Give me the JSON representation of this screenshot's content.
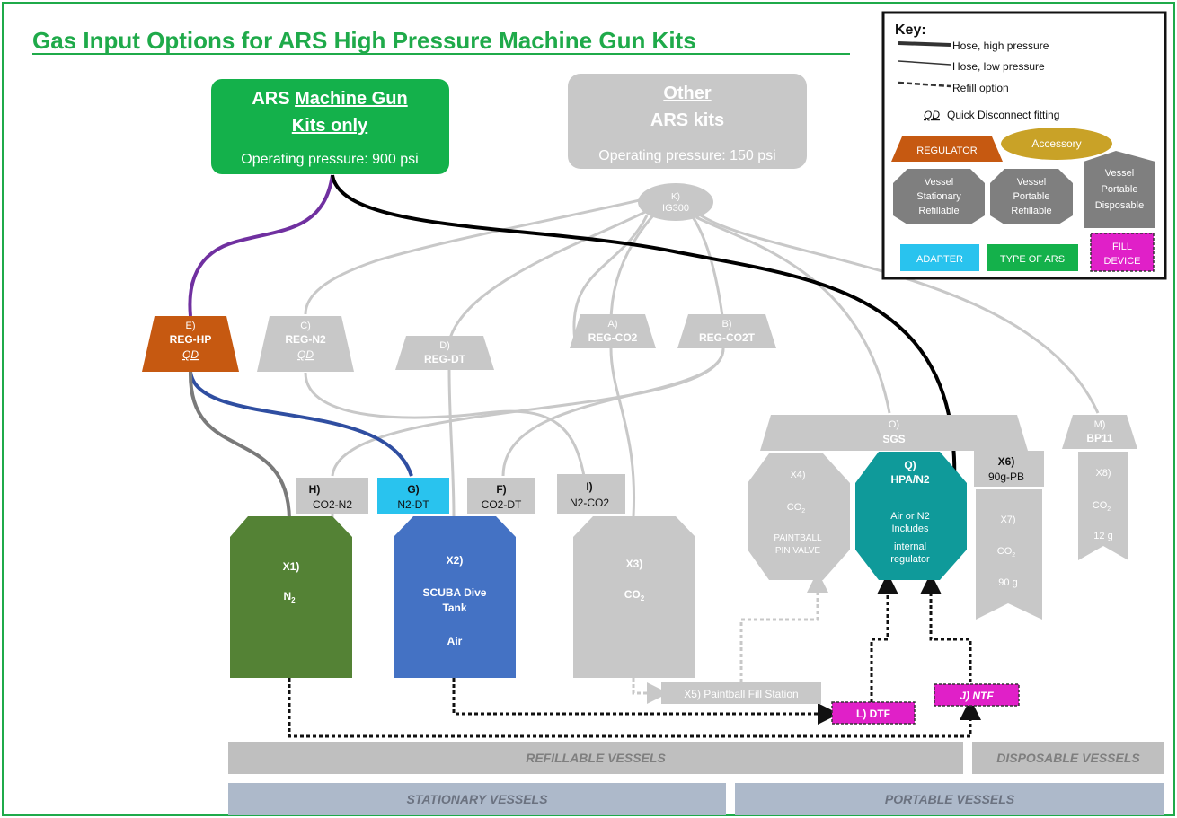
{
  "title": "Gas Input Options for ARS High Pressure Machine Gun Kits",
  "colors": {
    "green": "#14b14b",
    "gray": "#c8c8c8",
    "orange": "#c65911",
    "teal": "#0f9a9a",
    "blue": "#4472c4",
    "dark_green": "#548235",
    "cyan": "#29c3ee",
    "magenta": "#e020c8",
    "purple": "#7030a0",
    "hose_blue": "#2f4ea1"
  },
  "kits": {
    "mg": {
      "line1a": "ARS ",
      "line1b": "Machine Gun",
      "line2": "Kits only",
      "pressure": "Operating pressure: 900 psi"
    },
    "other": {
      "line1": "Other",
      "line2": "ARS kits",
      "pressure": "Operating pressure: 150 psi"
    }
  },
  "ig300": {
    "id": "K)",
    "name": "IG300"
  },
  "regulators": {
    "E": {
      "id": "E)",
      "name": "REG-HP",
      "qd": "QD"
    },
    "C": {
      "id": "C)",
      "name": "REG-N2",
      "qd": "QD"
    },
    "D": {
      "id": "D)",
      "name": "REG-DT"
    },
    "A": {
      "id": "A)",
      "name": "REG-CO2"
    },
    "B": {
      "id": "B)",
      "name": "REG-CO2T"
    },
    "O": {
      "id": "O)",
      "name": "SGS"
    },
    "M": {
      "id": "M)",
      "name": "BP11"
    }
  },
  "adapters": {
    "H": {
      "id": "H)",
      "name": "CO2-N2"
    },
    "G": {
      "id": "G)",
      "name": "N2-DT"
    },
    "F": {
      "id": "F)",
      "name": "CO2-DT"
    },
    "I": {
      "id": "I)",
      "name": "N2-CO2"
    },
    "X6": {
      "id": "X6)",
      "name": "90g-PB"
    }
  },
  "vessels": {
    "X1": {
      "id": "X1)",
      "l1": "N",
      "sub": "2"
    },
    "X2": {
      "id": "X2)",
      "l1": "SCUBA Dive",
      "l2": "Tank",
      "l3": "Air"
    },
    "X3": {
      "id": "X3)",
      "l1": "CO",
      "sub": "2"
    },
    "X4": {
      "id": "X4)",
      "l1": "CO",
      "sub": "2",
      "l2": "PAINTBALL",
      "l3": "PIN VALVE"
    },
    "Q": {
      "id": "Q)",
      "name": "HPA/N2",
      "l1": "Air or N2",
      "l2": "Includes",
      "l3": "internal",
      "l4": "regulator"
    },
    "X7": {
      "id": "X7)",
      "l1": "CO",
      "sub": "2",
      "l2": "90 g"
    },
    "X8": {
      "id": "X8)",
      "l1": "CO",
      "sub": "2",
      "l2": "12 g"
    }
  },
  "fill": {
    "X5": "X5) Paintball Fill Station",
    "L": "L) DTF",
    "J": "J) NTF"
  },
  "bands": {
    "refillable": "REFILLABLE VESSELS",
    "disposable": "DISPOSABLE VESSELS",
    "stationary": "STATIONARY VESSELS",
    "portable": "PORTABLE VESSELS"
  },
  "key": {
    "title": "Key:",
    "hose_hp": "Hose, high pressure",
    "hose_lp": "Hose, low pressure",
    "refill": "Refill option",
    "qd": "QD",
    "qd_label": "Quick Disconnect fitting",
    "regulator": "REGULATOR",
    "accessory": "Accessory",
    "v_stat": [
      "Vessel",
      "Stationary",
      "Refillable"
    ],
    "v_port": [
      "Vessel",
      "Portable",
      "Refillable"
    ],
    "v_disp": [
      "Vessel",
      "Portable",
      "Disposable"
    ],
    "adapter": "ADAPTER",
    "type_of_ars": "TYPE OF ARS",
    "fill_device": [
      "FILL",
      "DEVICE"
    ]
  }
}
